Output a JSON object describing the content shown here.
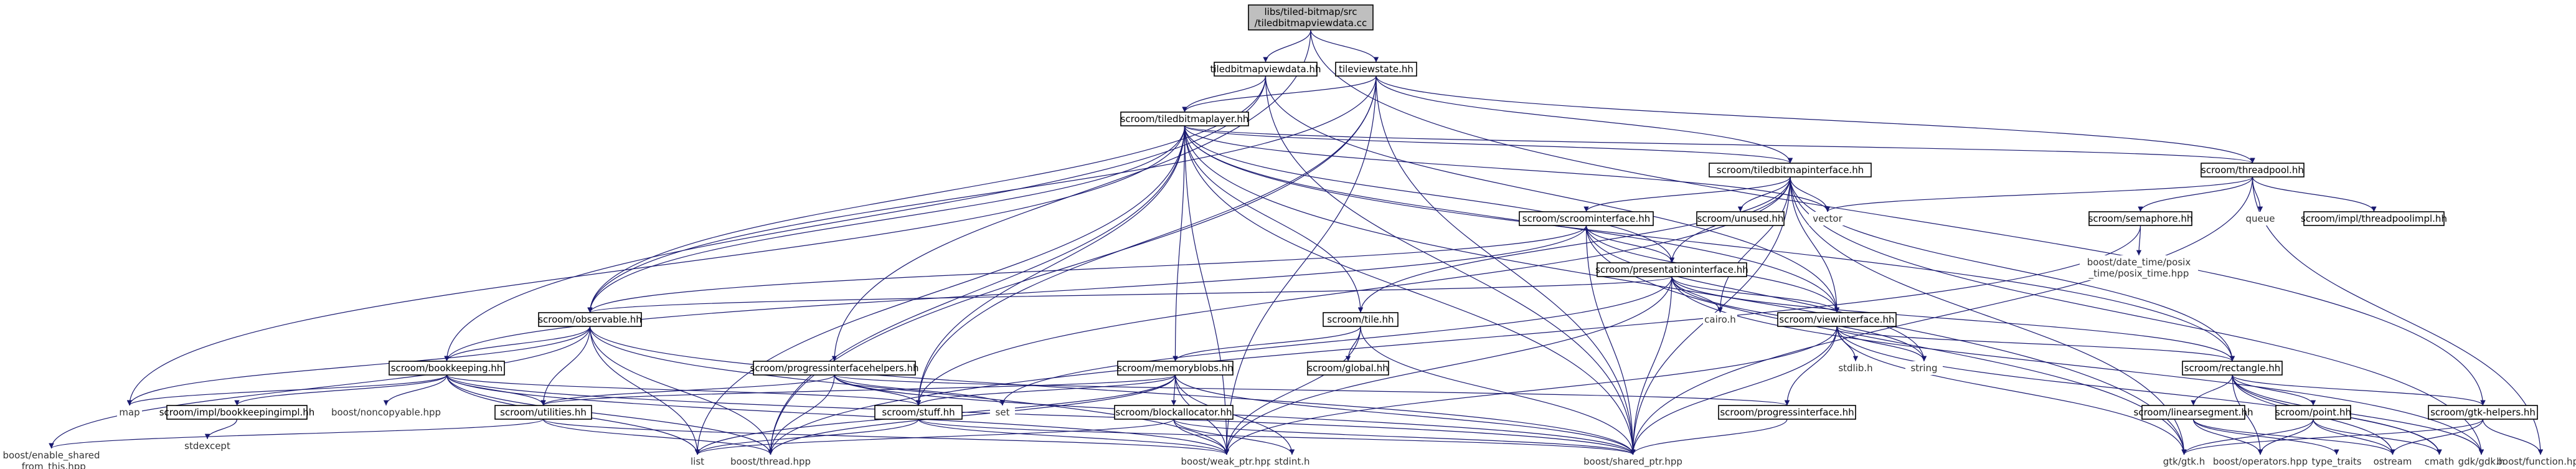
{
  "graph": {
    "nodes": [
      {
        "id": "root",
        "lines": [
          "libs/tiled-bitmap/src",
          "/tiledbitmapviewdata.cc"
        ],
        "kind": "root"
      },
      {
        "id": "tbvd",
        "lines": [
          "tiledbitmapviewdata.hh"
        ],
        "kind": "plain"
      },
      {
        "id": "tvs",
        "lines": [
          "tileviewstate.hh"
        ],
        "kind": "plain"
      },
      {
        "id": "tbl",
        "lines": [
          "scroom/tiledbitmaplayer.hh"
        ],
        "kind": "plain"
      },
      {
        "id": "tbi",
        "lines": [
          "scroom/tiledbitmapinterface.hh"
        ],
        "kind": "plain"
      },
      {
        "id": "tp",
        "lines": [
          "scroom/threadpool.hh"
        ],
        "kind": "plain"
      },
      {
        "id": "si",
        "lines": [
          "scroom/scroominterface.hh"
        ],
        "kind": "plain"
      },
      {
        "id": "sem",
        "lines": [
          "scroom/semaphore.hh"
        ],
        "kind": "plain"
      },
      {
        "id": "pi",
        "lines": [
          "scroom/presentationinterface.hh"
        ],
        "kind": "plain"
      },
      {
        "id": "obs",
        "lines": [
          "scroom/observable.hh"
        ],
        "kind": "plain"
      },
      {
        "id": "tile",
        "lines": [
          "scroom/tile.hh"
        ],
        "kind": "plain"
      },
      {
        "id": "vi",
        "lines": [
          "scroom/viewinterface.hh"
        ],
        "kind": "plain"
      },
      {
        "id": "bk",
        "lines": [
          "scroom/bookkeeping.hh"
        ],
        "kind": "plain"
      },
      {
        "id": "pih",
        "lines": [
          "scroom/progressinterfacehelpers.hh"
        ],
        "kind": "plain"
      },
      {
        "id": "mb",
        "lines": [
          "scroom/memoryblobs.hh"
        ],
        "kind": "plain"
      },
      {
        "id": "rect",
        "lines": [
          "scroom/rectangle.hh"
        ],
        "kind": "plain"
      },
      {
        "id": "bki",
        "lines": [
          "scroom/impl/bookkeepingimpl.hh"
        ],
        "kind": "plain"
      },
      {
        "id": "util",
        "lines": [
          "scroom/utilities.hh"
        ],
        "kind": "plain"
      },
      {
        "id": "stuff",
        "lines": [
          "scroom/stuff.hh"
        ],
        "kind": "plain"
      },
      {
        "id": "balloc",
        "lines": [
          "scroom/blockallocator.hh"
        ],
        "kind": "plain"
      },
      {
        "id": "pif",
        "lines": [
          "scroom/progressinterface.hh"
        ],
        "kind": "plain"
      },
      {
        "id": "ls",
        "lines": [
          "scroom/linearsegment.hh"
        ],
        "kind": "plain"
      },
      {
        "id": "pt",
        "lines": [
          "scroom/point.hh"
        ],
        "kind": "plain"
      },
      {
        "id": "gtkh",
        "lines": [
          "scroom/gtk-helpers.hh"
        ],
        "kind": "plain"
      },
      {
        "id": "tpi",
        "lines": [
          "scroom/impl/threadpoolimpl.hh"
        ],
        "kind": "plain"
      },
      {
        "id": "unused",
        "lines": [
          "scroom/unused.hh"
        ],
        "kind": "plain"
      },
      {
        "id": "global",
        "lines": [
          "scroom/global.hh"
        ],
        "kind": "plain"
      },
      {
        "id": "vector",
        "lines": [
          "vector"
        ],
        "kind": "leaf"
      },
      {
        "id": "queue",
        "lines": [
          "queue"
        ],
        "kind": "leaf"
      },
      {
        "id": "dtposix",
        "lines": [
          "boost/date_time/posix",
          "_time/posix_time.hpp"
        ],
        "kind": "leaf"
      },
      {
        "id": "cairo",
        "lines": [
          "cairo.h"
        ],
        "kind": "leaf"
      },
      {
        "id": "string",
        "lines": [
          "string"
        ],
        "kind": "leaf"
      },
      {
        "id": "stdlib",
        "lines": [
          "stdlib.h"
        ],
        "kind": "leaf"
      },
      {
        "id": "map",
        "lines": [
          "map"
        ],
        "kind": "leaf"
      },
      {
        "id": "bnc",
        "lines": [
          "boost/noncopyable.hpp"
        ],
        "kind": "leaf"
      },
      {
        "id": "set",
        "lines": [
          "set"
        ],
        "kind": "leaf"
      },
      {
        "id": "stdexcept",
        "lines": [
          "stdexcept"
        ],
        "kind": "leaf"
      },
      {
        "id": "besft",
        "lines": [
          "boost/enable_shared",
          "_from_this.hpp"
        ],
        "kind": "leaf"
      },
      {
        "id": "list",
        "lines": [
          "list"
        ],
        "kind": "leaf"
      },
      {
        "id": "bthread",
        "lines": [
          "boost/thread.hpp"
        ],
        "kind": "leaf"
      },
      {
        "id": "bweak",
        "lines": [
          "boost/weak_ptr.hpp"
        ],
        "kind": "leaf"
      },
      {
        "id": "stdint",
        "lines": [
          "stdint.h"
        ],
        "kind": "leaf"
      },
      {
        "id": "bshared",
        "lines": [
          "boost/shared_ptr.hpp"
        ],
        "kind": "leaf"
      },
      {
        "id": "gtkgtk",
        "lines": [
          "gtk/gtk.h"
        ],
        "kind": "leaf"
      },
      {
        "id": "bops",
        "lines": [
          "boost/operators.hpp"
        ],
        "kind": "leaf"
      },
      {
        "id": "ttraits",
        "lines": [
          "type_traits"
        ],
        "kind": "leaf"
      },
      {
        "id": "ostream",
        "lines": [
          "ostream"
        ],
        "kind": "leaf"
      },
      {
        "id": "cmath",
        "lines": [
          "cmath"
        ],
        "kind": "leaf"
      },
      {
        "id": "gdkgdk",
        "lines": [
          "gdk/gdk.h"
        ],
        "kind": "leaf"
      },
      {
        "id": "bfunc",
        "lines": [
          "boost/function.hpp"
        ],
        "kind": "leaf"
      }
    ],
    "edges": [
      [
        "root",
        "tbvd"
      ],
      [
        "root",
        "tvs"
      ],
      [
        "root",
        "pih"
      ],
      [
        "root",
        "gtkh"
      ],
      [
        "tbvd",
        "tbl"
      ],
      [
        "tbvd",
        "obs"
      ],
      [
        "tbvd",
        "bk"
      ],
      [
        "tbvd",
        "bshared"
      ],
      [
        "tbvd",
        "vi"
      ],
      [
        "tvs",
        "tbl"
      ],
      [
        "tvs",
        "tbi"
      ],
      [
        "tvs",
        "tp"
      ],
      [
        "tvs",
        "obs"
      ],
      [
        "tvs",
        "stuff"
      ],
      [
        "tvs",
        "bthread"
      ],
      [
        "tvs",
        "bweak"
      ],
      [
        "tvs",
        "bshared"
      ],
      [
        "tbl",
        "tbi"
      ],
      [
        "tbl",
        "tp"
      ],
      [
        "tbl",
        "vector"
      ],
      [
        "tbl",
        "obs"
      ],
      [
        "tbl",
        "tile"
      ],
      [
        "tbl",
        "mb"
      ],
      [
        "tbl",
        "stuff"
      ],
      [
        "tbl",
        "bthread"
      ],
      [
        "tbl",
        "bweak"
      ],
      [
        "tbl",
        "bshared"
      ],
      [
        "tbl",
        "list"
      ],
      [
        "tbl",
        "map"
      ],
      [
        "tbl",
        "pi"
      ],
      [
        "tbl",
        "vi"
      ],
      [
        "tbl",
        "rect"
      ],
      [
        "tbl",
        "gtkgtk"
      ],
      [
        "tbi",
        "si"
      ],
      [
        "tbi",
        "pi"
      ],
      [
        "tbi",
        "unused"
      ],
      [
        "tbi",
        "vector"
      ],
      [
        "tbi",
        "tile"
      ],
      [
        "tbi",
        "bshared"
      ],
      [
        "tbi",
        "cairo"
      ],
      [
        "tbi",
        "gtkgtk"
      ],
      [
        "tbi",
        "vi"
      ],
      [
        "tbi",
        "rect"
      ],
      [
        "tbi",
        "gdkgdk"
      ],
      [
        "tbi",
        "stuff"
      ],
      [
        "tp",
        "sem"
      ],
      [
        "tp",
        "tpi"
      ],
      [
        "tp",
        "queue"
      ],
      [
        "tp",
        "vector"
      ],
      [
        "tp",
        "bfunc"
      ],
      [
        "tp",
        "bshared"
      ],
      [
        "sem",
        "dtposix"
      ],
      [
        "sem",
        "bthread"
      ],
      [
        "si",
        "pi"
      ],
      [
        "si",
        "vi"
      ],
      [
        "si",
        "obs"
      ],
      [
        "si",
        "bk"
      ],
      [
        "si",
        "bshared"
      ],
      [
        "si",
        "gtkgtk"
      ],
      [
        "si",
        "string"
      ],
      [
        "pi",
        "obs"
      ],
      [
        "pi",
        "vi"
      ],
      [
        "pi",
        "cairo"
      ],
      [
        "pi",
        "string"
      ],
      [
        "pi",
        "set"
      ],
      [
        "pi",
        "bshared"
      ],
      [
        "pi",
        "bweak"
      ],
      [
        "pi",
        "rect"
      ],
      [
        "pi",
        "gdkgdk"
      ],
      [
        "obs",
        "bk"
      ],
      [
        "obs",
        "util"
      ],
      [
        "obs",
        "bthread"
      ],
      [
        "obs",
        "bweak"
      ],
      [
        "obs",
        "bshared"
      ],
      [
        "obs",
        "list"
      ],
      [
        "obs",
        "map"
      ],
      [
        "obs",
        "besft"
      ],
      [
        "tile",
        "global"
      ],
      [
        "tile",
        "mb"
      ],
      [
        "tile",
        "bshared"
      ],
      [
        "tile",
        "bweak"
      ],
      [
        "vi",
        "stdlib"
      ],
      [
        "vi",
        "string"
      ],
      [
        "vi",
        "pif"
      ],
      [
        "vi",
        "rect"
      ],
      [
        "vi",
        "gtkgtk"
      ],
      [
        "vi",
        "bshared"
      ],
      [
        "vi",
        "bweak"
      ],
      [
        "vi",
        "cmath"
      ],
      [
        "bk",
        "map"
      ],
      [
        "bk",
        "bki"
      ],
      [
        "bk",
        "bnc"
      ],
      [
        "bk",
        "util"
      ],
      [
        "bk",
        "stuff"
      ],
      [
        "bk",
        "list"
      ],
      [
        "bk",
        "bweak"
      ],
      [
        "bk",
        "bthread"
      ],
      [
        "bk",
        "bshared"
      ],
      [
        "pih",
        "util"
      ],
      [
        "pih",
        "stuff"
      ],
      [
        "pih",
        "pif"
      ],
      [
        "pih",
        "bthread"
      ],
      [
        "pih",
        "bshared"
      ],
      [
        "pih",
        "set"
      ],
      [
        "mb",
        "balloc"
      ],
      [
        "mb",
        "stuff"
      ],
      [
        "mb",
        "util"
      ],
      [
        "mb",
        "bshared"
      ],
      [
        "mb",
        "bweak"
      ],
      [
        "mb",
        "stdint"
      ],
      [
        "mb",
        "list"
      ],
      [
        "mb",
        "bthread"
      ],
      [
        "balloc",
        "stdint"
      ],
      [
        "balloc",
        "bshared"
      ],
      [
        "balloc",
        "bweak"
      ],
      [
        "balloc",
        "list"
      ],
      [
        "bki",
        "stdexcept"
      ],
      [
        "util",
        "besft"
      ],
      [
        "util",
        "bthread"
      ],
      [
        "util",
        "bweak"
      ],
      [
        "stuff",
        "list"
      ],
      [
        "stuff",
        "bshared"
      ],
      [
        "stuff",
        "bweak"
      ],
      [
        "pif",
        "bshared"
      ],
      [
        "rect",
        "ls"
      ],
      [
        "rect",
        "pt"
      ],
      [
        "rect",
        "gtkh"
      ],
      [
        "rect",
        "bops"
      ],
      [
        "rect",
        "ostream"
      ],
      [
        "rect",
        "gdkgdk"
      ],
      [
        "rect",
        "cmath"
      ],
      [
        "ls",
        "bops"
      ],
      [
        "ls",
        "ttraits"
      ],
      [
        "ls",
        "ostream"
      ],
      [
        "pt",
        "bops"
      ],
      [
        "pt",
        "ostream"
      ],
      [
        "pt",
        "cmath"
      ],
      [
        "pt",
        "gtkgtk"
      ],
      [
        "gtkh",
        "gtkgtk"
      ],
      [
        "gtkh",
        "bfunc"
      ],
      [
        "gtkh",
        "ostream"
      ]
    ]
  }
}
